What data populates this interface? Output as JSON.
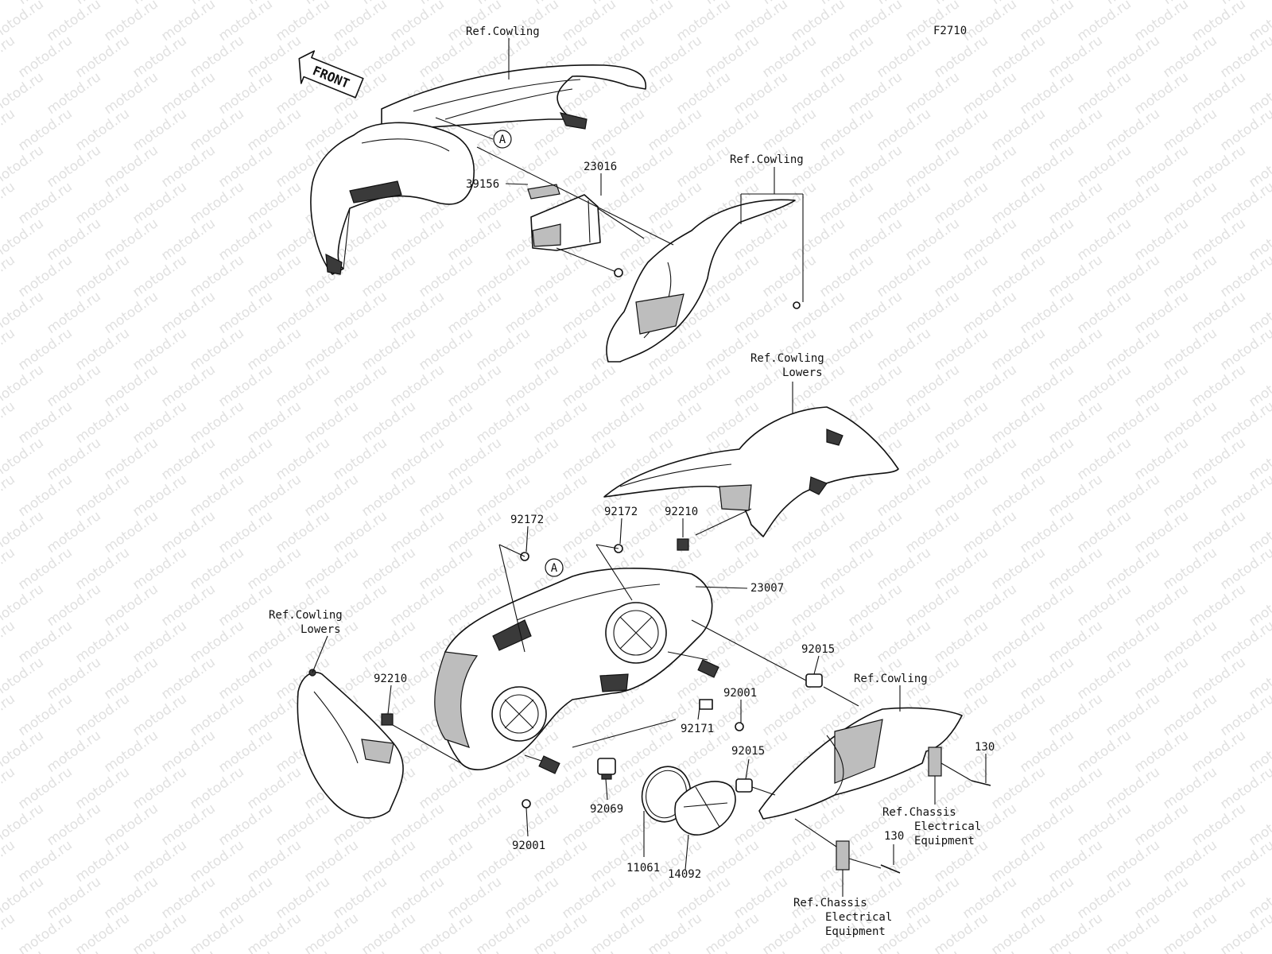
{
  "figure_code": "F2710",
  "watermark_text": "motod.ru",
  "front_arrow_text": "FRONT",
  "callout_letter": "A",
  "reference_labels": {
    "cowling_top": "Ref.Cowling",
    "cowling_side": "Ref.Cowling",
    "cowling_right": "Ref.Cowling",
    "cowling_lowers_right": [
      "Ref.Cowling",
      "Lowers"
    ],
    "cowling_lowers_left": [
      "Ref.Cowling",
      "Lowers"
    ],
    "chassis_electrical_upper": [
      "Ref.Chassis",
      "Electrical",
      "Equipment"
    ],
    "chassis_electrical_lower": [
      "Ref.Chassis",
      "Electrical",
      "Equipment"
    ]
  },
  "part_numbers": [
    {
      "id": "p23016",
      "number": "23016"
    },
    {
      "id": "p39156",
      "number": "39156"
    },
    {
      "id": "p92172a",
      "number": "92172"
    },
    {
      "id": "p92172b",
      "number": "92172"
    },
    {
      "id": "p92210a",
      "number": "92210"
    },
    {
      "id": "p23007",
      "number": "23007"
    },
    {
      "id": "p92015a",
      "number": "92015"
    },
    {
      "id": "p92210b",
      "number": "92210"
    },
    {
      "id": "p92001a",
      "number": "92001"
    },
    {
      "id": "p92171",
      "number": "92171"
    },
    {
      "id": "p92015b",
      "number": "92015"
    },
    {
      "id": "p130a",
      "number": "130"
    },
    {
      "id": "p92069",
      "number": "92069"
    },
    {
      "id": "p92001b",
      "number": "92001"
    },
    {
      "id": "p11061",
      "number": "11061"
    },
    {
      "id": "p14092",
      "number": "14092"
    },
    {
      "id": "p130b",
      "number": "130"
    }
  ]
}
